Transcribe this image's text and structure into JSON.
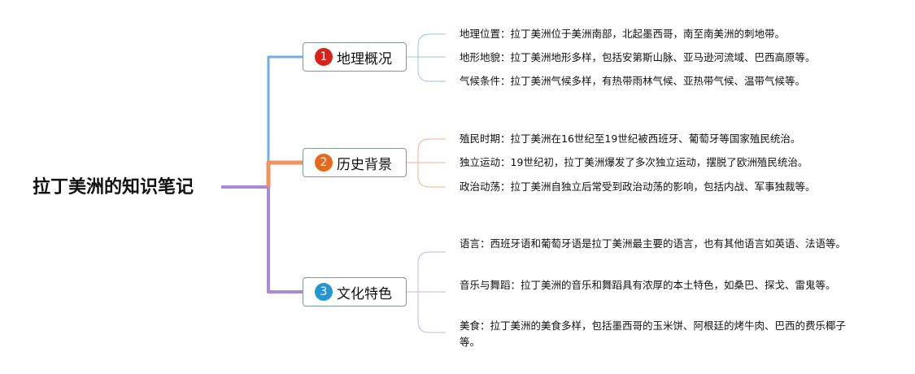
{
  "root": {
    "title": "拉丁美洲的知识笔记"
  },
  "branches": [
    {
      "number": "1",
      "label": "地理概况",
      "color": "#6fb0dc",
      "badge_color": "#d9231a",
      "leaves": [
        "地理位置：拉丁美洲位于美洲南部，北起墨西哥，南至南美洲的刺地带。",
        "地形地貌：拉丁美洲地形多样，包括安第斯山脉、亚马逊河流域、巴西高原等。",
        "气候条件：拉丁美洲气候多样，有热带雨林气候、亚热带气候、温带气候等。"
      ]
    },
    {
      "number": "2",
      "label": "历史背景",
      "color": "#f0935e",
      "badge_color": "#e8691e",
      "leaves": [
        "殖民时期：拉丁美洲在16世纪至19世纪被西班牙、葡萄牙等国家殖民统治。",
        "独立运动：19世纪初，拉丁美洲爆发了多次独立运动，摆脱了欧洲殖民统治。",
        "政治动荡：拉丁美洲自独立后常受到政治动荡的影响，包括内战、军事独裁等。"
      ]
    },
    {
      "number": "3",
      "label": "文化特色",
      "color": "#a98ad6",
      "badge_color": "#2596d3",
      "leaves": [
        "语言：西班牙语和葡萄牙语是拉丁美洲最主要的语言，也有其他语言如英语、法语等。",
        "音乐与舞蹈：拉丁美洲的音乐和舞蹈具有浓厚的本土特色，如桑巴、探戈、雷鬼等。",
        "美食：拉丁美洲的美食多样，包括墨西哥的玉米饼、阿根廷的烤牛肉、巴西的费乐椰子等。"
      ]
    }
  ]
}
